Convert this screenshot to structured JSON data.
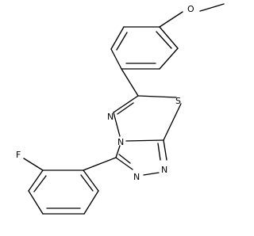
{
  "atoms": {
    "oxygen": "O",
    "sulfur": "S",
    "fluorine": "F",
    "n_upper_left": "N",
    "n_bridge": "N",
    "n_lower_right": "N",
    "n_bottom": "N"
  },
  "colors": {
    "bond": "#000000",
    "background": "#ffffff"
  }
}
